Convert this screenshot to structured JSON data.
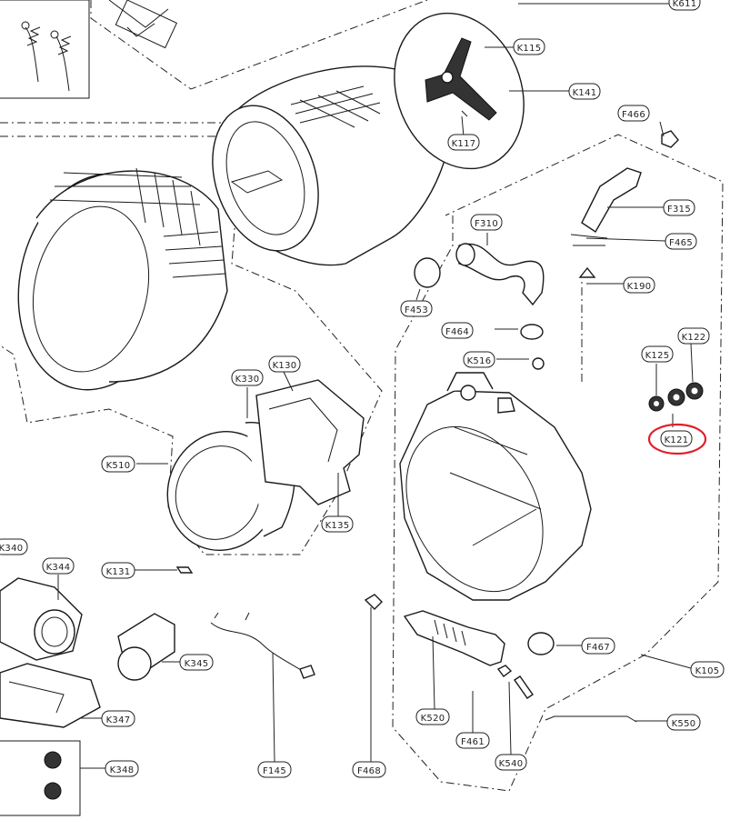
{
  "highlight_color": "#e0202a",
  "highlighted_part": "K121",
  "labels": {
    "K611": "K611",
    "K115": "K115",
    "K141": "K141",
    "K117": "K117",
    "F466": "F466",
    "F315": "F315",
    "F310": "F310",
    "F465": "F465",
    "K190": "K190",
    "F453": "F453",
    "F464": "F464",
    "K516": "K516",
    "K125": "K125",
    "K122": "K122",
    "K121": "K121",
    "K330": "K330",
    "K130": "K130",
    "K510": "K510",
    "K135": "K135",
    "K131": "K131",
    "K340": "K340",
    "K344": "K344",
    "K345": "K345",
    "K347": "K347",
    "K348": "K348",
    "F467": "F467",
    "K105": "K105",
    "K520": "K520",
    "F461": "F461",
    "K550": "K550",
    "K540": "K540",
    "F145": "F145",
    "F468": "F468"
  }
}
